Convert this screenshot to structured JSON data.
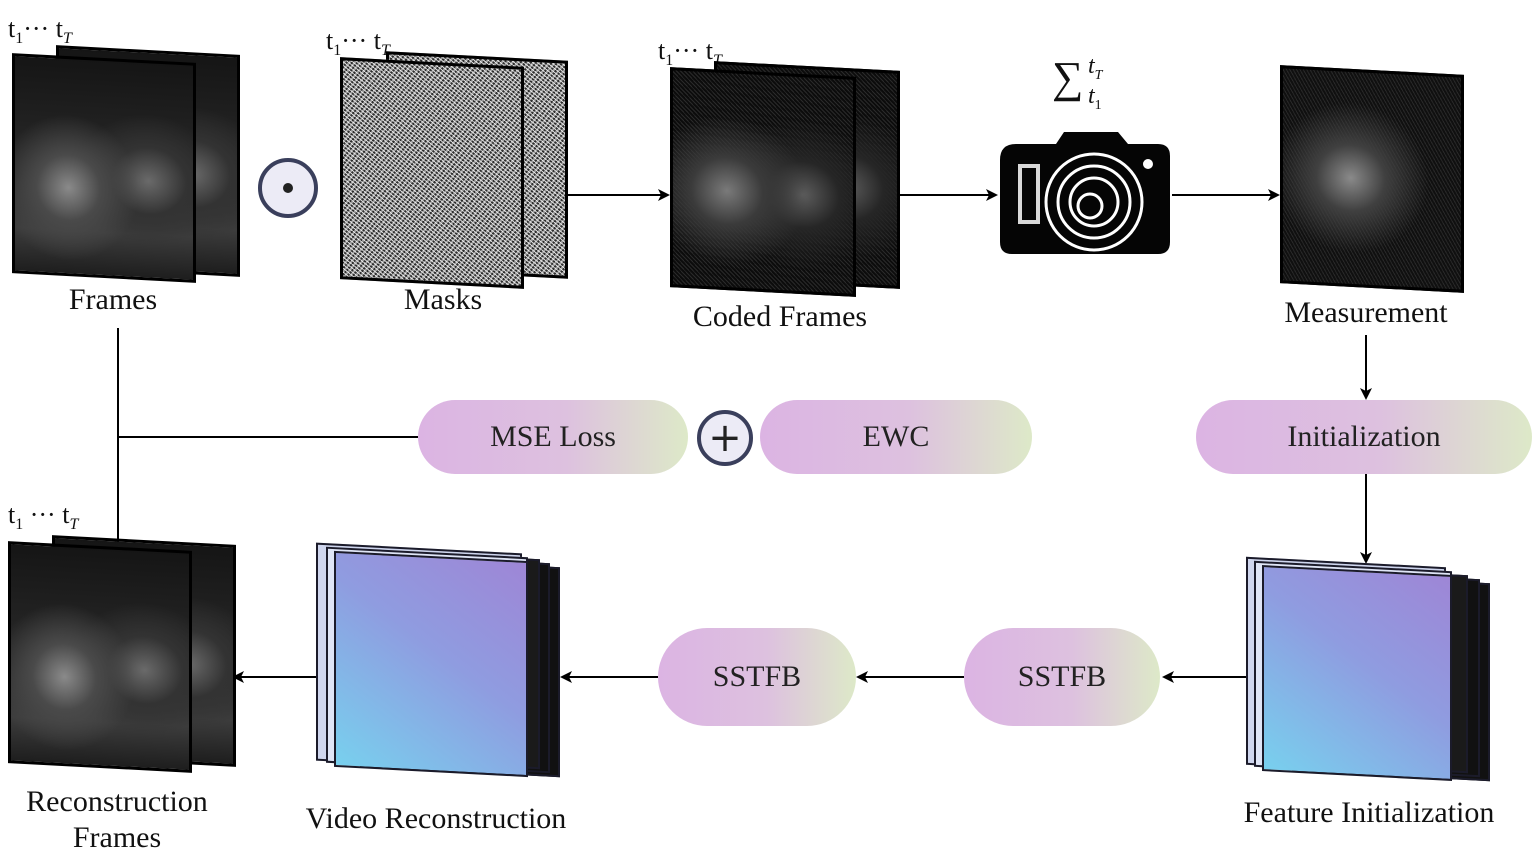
{
  "labels": {
    "frames": "Frames",
    "masks": "Masks",
    "coded_frames": "Coded Frames",
    "measurement": "Measurement",
    "reconstruction_frames_line1": "Reconstruction",
    "reconstruction_frames_line2": "Frames",
    "video_reconstruction": "Video Reconstruction",
    "feature_initialization": "Feature Initialization"
  },
  "time_labels": {
    "t_start": "t",
    "t_start_sub": "1",
    "ellipsis": "···",
    "t_end": "t",
    "t_end_sub": "T"
  },
  "sum_label": {
    "symbol": "∑",
    "upper": "T",
    "lower": "1",
    "var": "t"
  },
  "pills": {
    "mse_loss": "MSE Loss",
    "ewc": "EWC",
    "initialization": "Initialization",
    "sstfb_right": "SSTFB",
    "sstfb_left": "SSTFB"
  },
  "operators": {
    "hadamard": "⊙",
    "plus": "+"
  },
  "icons": [
    "camera-icon",
    "hadamard-product-icon",
    "plus-operator-icon"
  ]
}
